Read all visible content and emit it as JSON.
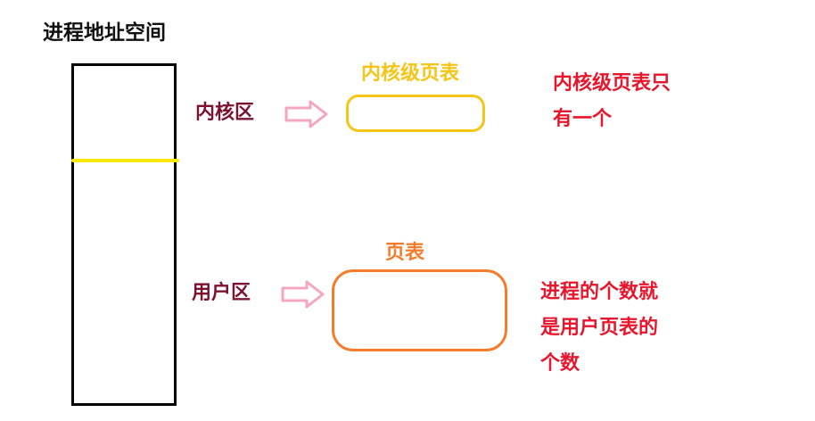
{
  "title": "进程地址空间",
  "regions": {
    "kernel_label": "内核区",
    "user_label": "用户区"
  },
  "tables": {
    "kernel_title": "内核级页表",
    "user_title": "页表"
  },
  "notes": {
    "kernel": [
      "内核级页表只",
      "有一个"
    ],
    "user": [
      "进程的个数就",
      "是用户页表的",
      "个数"
    ]
  },
  "colors": {
    "kernel_accent": "#f5c518",
    "user_accent": "#f57c2a",
    "region_label": "#7a1230",
    "note_text": "#e8162c",
    "arrow": "#f4a6c0",
    "divider": "#f7e80a"
  },
  "icons": {
    "arrow": "hollow-right-arrow-icon"
  }
}
